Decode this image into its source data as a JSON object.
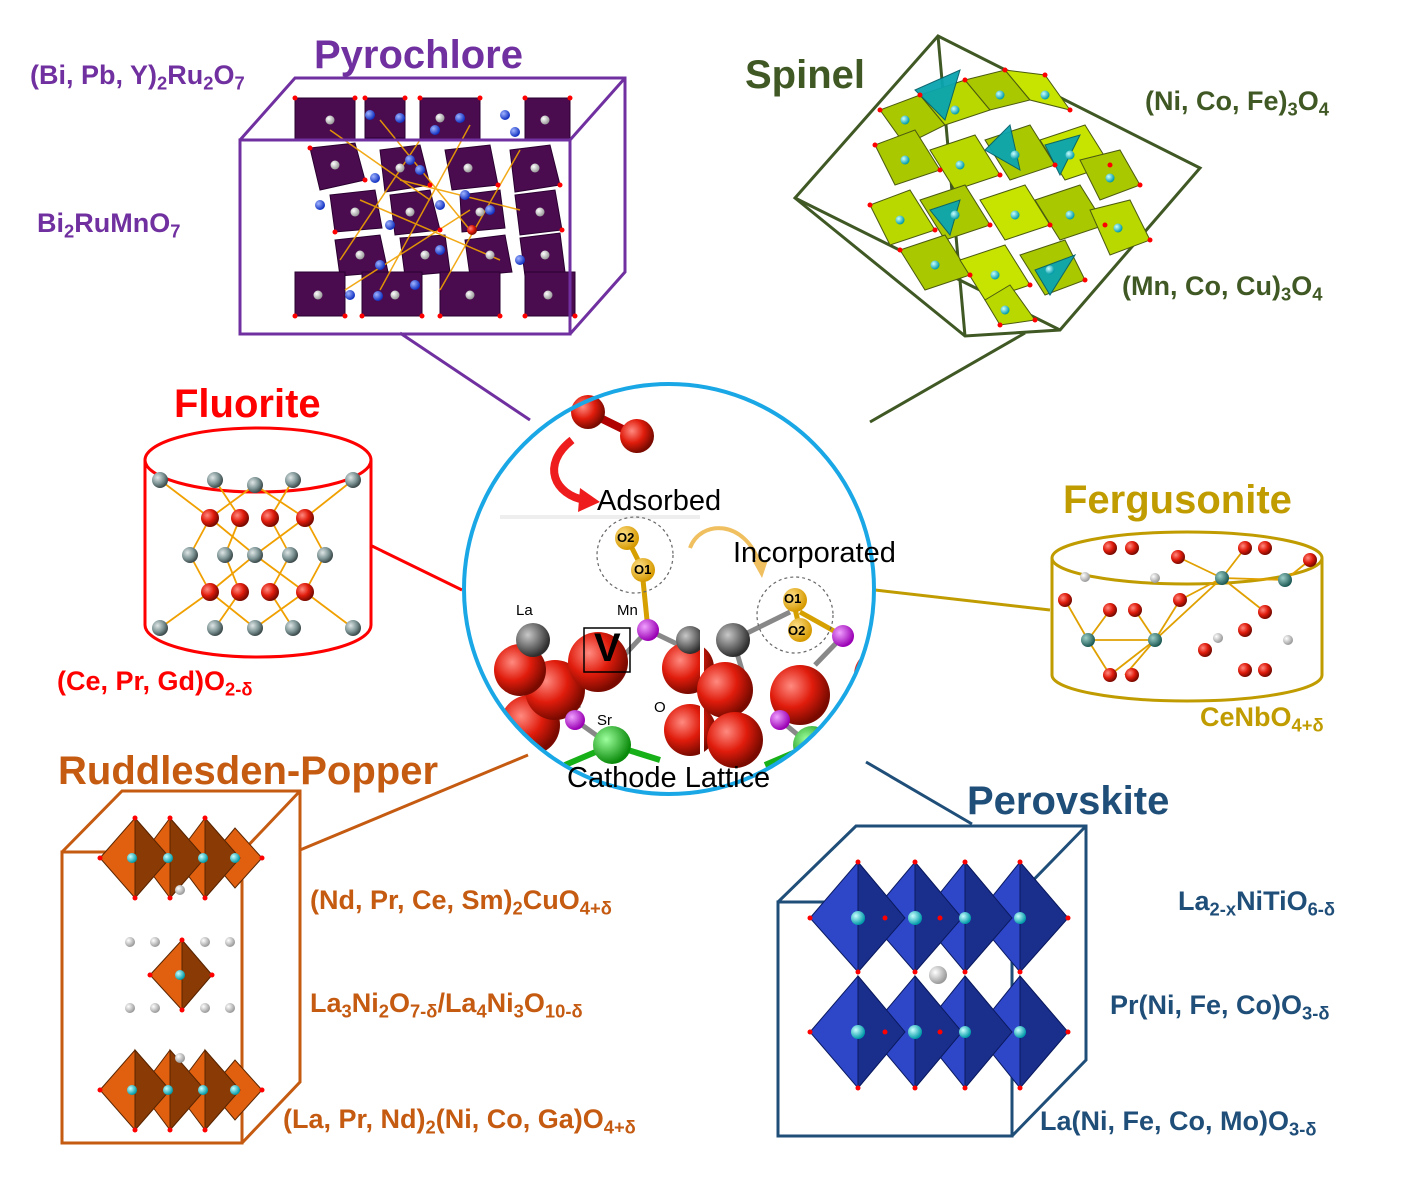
{
  "center": {
    "adsorbed": "Adsorbed",
    "incorporated": "Incorporated",
    "cathode_lattice": "Cathode Lattice",
    "atoms": {
      "o2": "O2",
      "o1": "O1",
      "la": "La",
      "mn": "Mn",
      "sr": "Sr",
      "o": "O",
      "vacancy": "V"
    }
  },
  "structures": {
    "pyrochlore": {
      "title": "Pyrochlore",
      "color": "#7030a0",
      "formula1": {
        "parts": [
          "(Bi, Pb, Y)",
          "2",
          "Ru",
          "2",
          "O",
          "7"
        ]
      },
      "formula2": {
        "parts": [
          "Bi",
          "2",
          "RuMnO",
          "7"
        ]
      }
    },
    "spinel": {
      "title": "Spinel",
      "color": "#3f5824",
      "formula1": {
        "parts": [
          "(Ni, Co, Fe)",
          "3",
          "O",
          "4"
        ]
      },
      "formula2": {
        "parts": [
          "(Mn, Co, Cu)",
          "3",
          "O",
          "4"
        ]
      }
    },
    "fluorite": {
      "title": "Fluorite",
      "color": "#ff0000",
      "formula1": {
        "parts": [
          "(Ce, Pr, Gd)O",
          "2-δ"
        ]
      }
    },
    "fergusonite": {
      "title": "Fergusonite",
      "color": "#c09c00",
      "formula1": {
        "parts": [
          "CeNbO",
          "4+δ"
        ]
      }
    },
    "ruddlesden_popper": {
      "title": "Ruddlesden-Popper",
      "color": "#c55a11",
      "formula1": {
        "parts": [
          "(Nd, Pr, Ce, Sm)",
          "2",
          "CuO",
          "4+δ"
        ]
      },
      "formula2": {
        "parts": [
          "La",
          "3",
          "Ni",
          "2",
          "O",
          "7-δ",
          "/La",
          "4",
          "Ni",
          "3",
          "O",
          "10-δ"
        ]
      },
      "formula3": {
        "parts": [
          "(La, Pr, Nd)",
          "2",
          "(Ni, Co, Ga)O",
          "4+δ"
        ]
      }
    },
    "perovskite": {
      "title": "Perovskite",
      "color": "#1f4e79",
      "formula1": {
        "parts": [
          "La",
          "2-x",
          "NiTiO",
          "6-δ"
        ]
      },
      "formula2": {
        "parts": [
          "Pr(Ni, Fe, Co)O",
          "3-δ"
        ]
      },
      "formula3": {
        "parts": [
          "La(Ni, Fe, Co, Mo)O",
          "3-δ"
        ]
      }
    }
  }
}
